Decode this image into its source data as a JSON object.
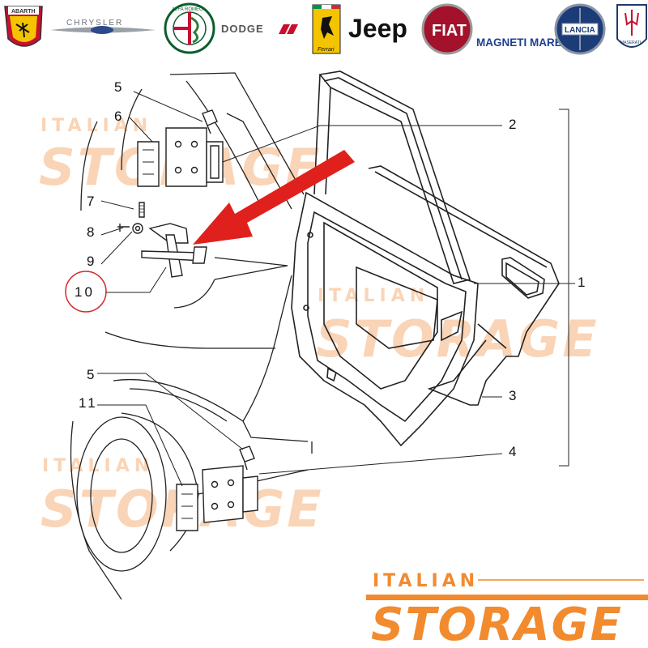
{
  "logos": [
    {
      "name": "ABARTH",
      "color": "#c8102e"
    },
    {
      "name": "CHRYSLER",
      "color": "#6b7078"
    },
    {
      "name": "ALFA ROMEO",
      "color": "#0b5d2e"
    },
    {
      "name": "DODGE",
      "color": "#555555"
    },
    {
      "name": "Ferrari",
      "color": "#f5c400"
    },
    {
      "name": "Jeep",
      "color": "#111111"
    },
    {
      "name": "FIAT",
      "color": "#a3122a"
    },
    {
      "name": "MAGNETI MARELLI",
      "color": "#1f3f8f"
    },
    {
      "name": "LANCIA",
      "color": "#1c3c78"
    },
    {
      "name": "MASERATI",
      "color": "#1d3b6b"
    }
  ],
  "callouts": {
    "c1": "1",
    "c2": "2",
    "c3": "3",
    "c4": "4",
    "c5a": "5",
    "c5b": "5",
    "c6": "6",
    "c7": "7",
    "c8": "8",
    "c9": "9",
    "c10": "10",
    "c11": "11"
  },
  "highlight": {
    "part": "10",
    "arrow_color": "#e0201c",
    "circle_color": "#d42a2a"
  },
  "watermark": {
    "line1": "ITALIAN",
    "line2": "STORAGE",
    "color": "#f2a15f"
  },
  "brand_footer": {
    "line1": "ITALIAN",
    "line2": "STORAGE",
    "color": "#f28a2e"
  }
}
